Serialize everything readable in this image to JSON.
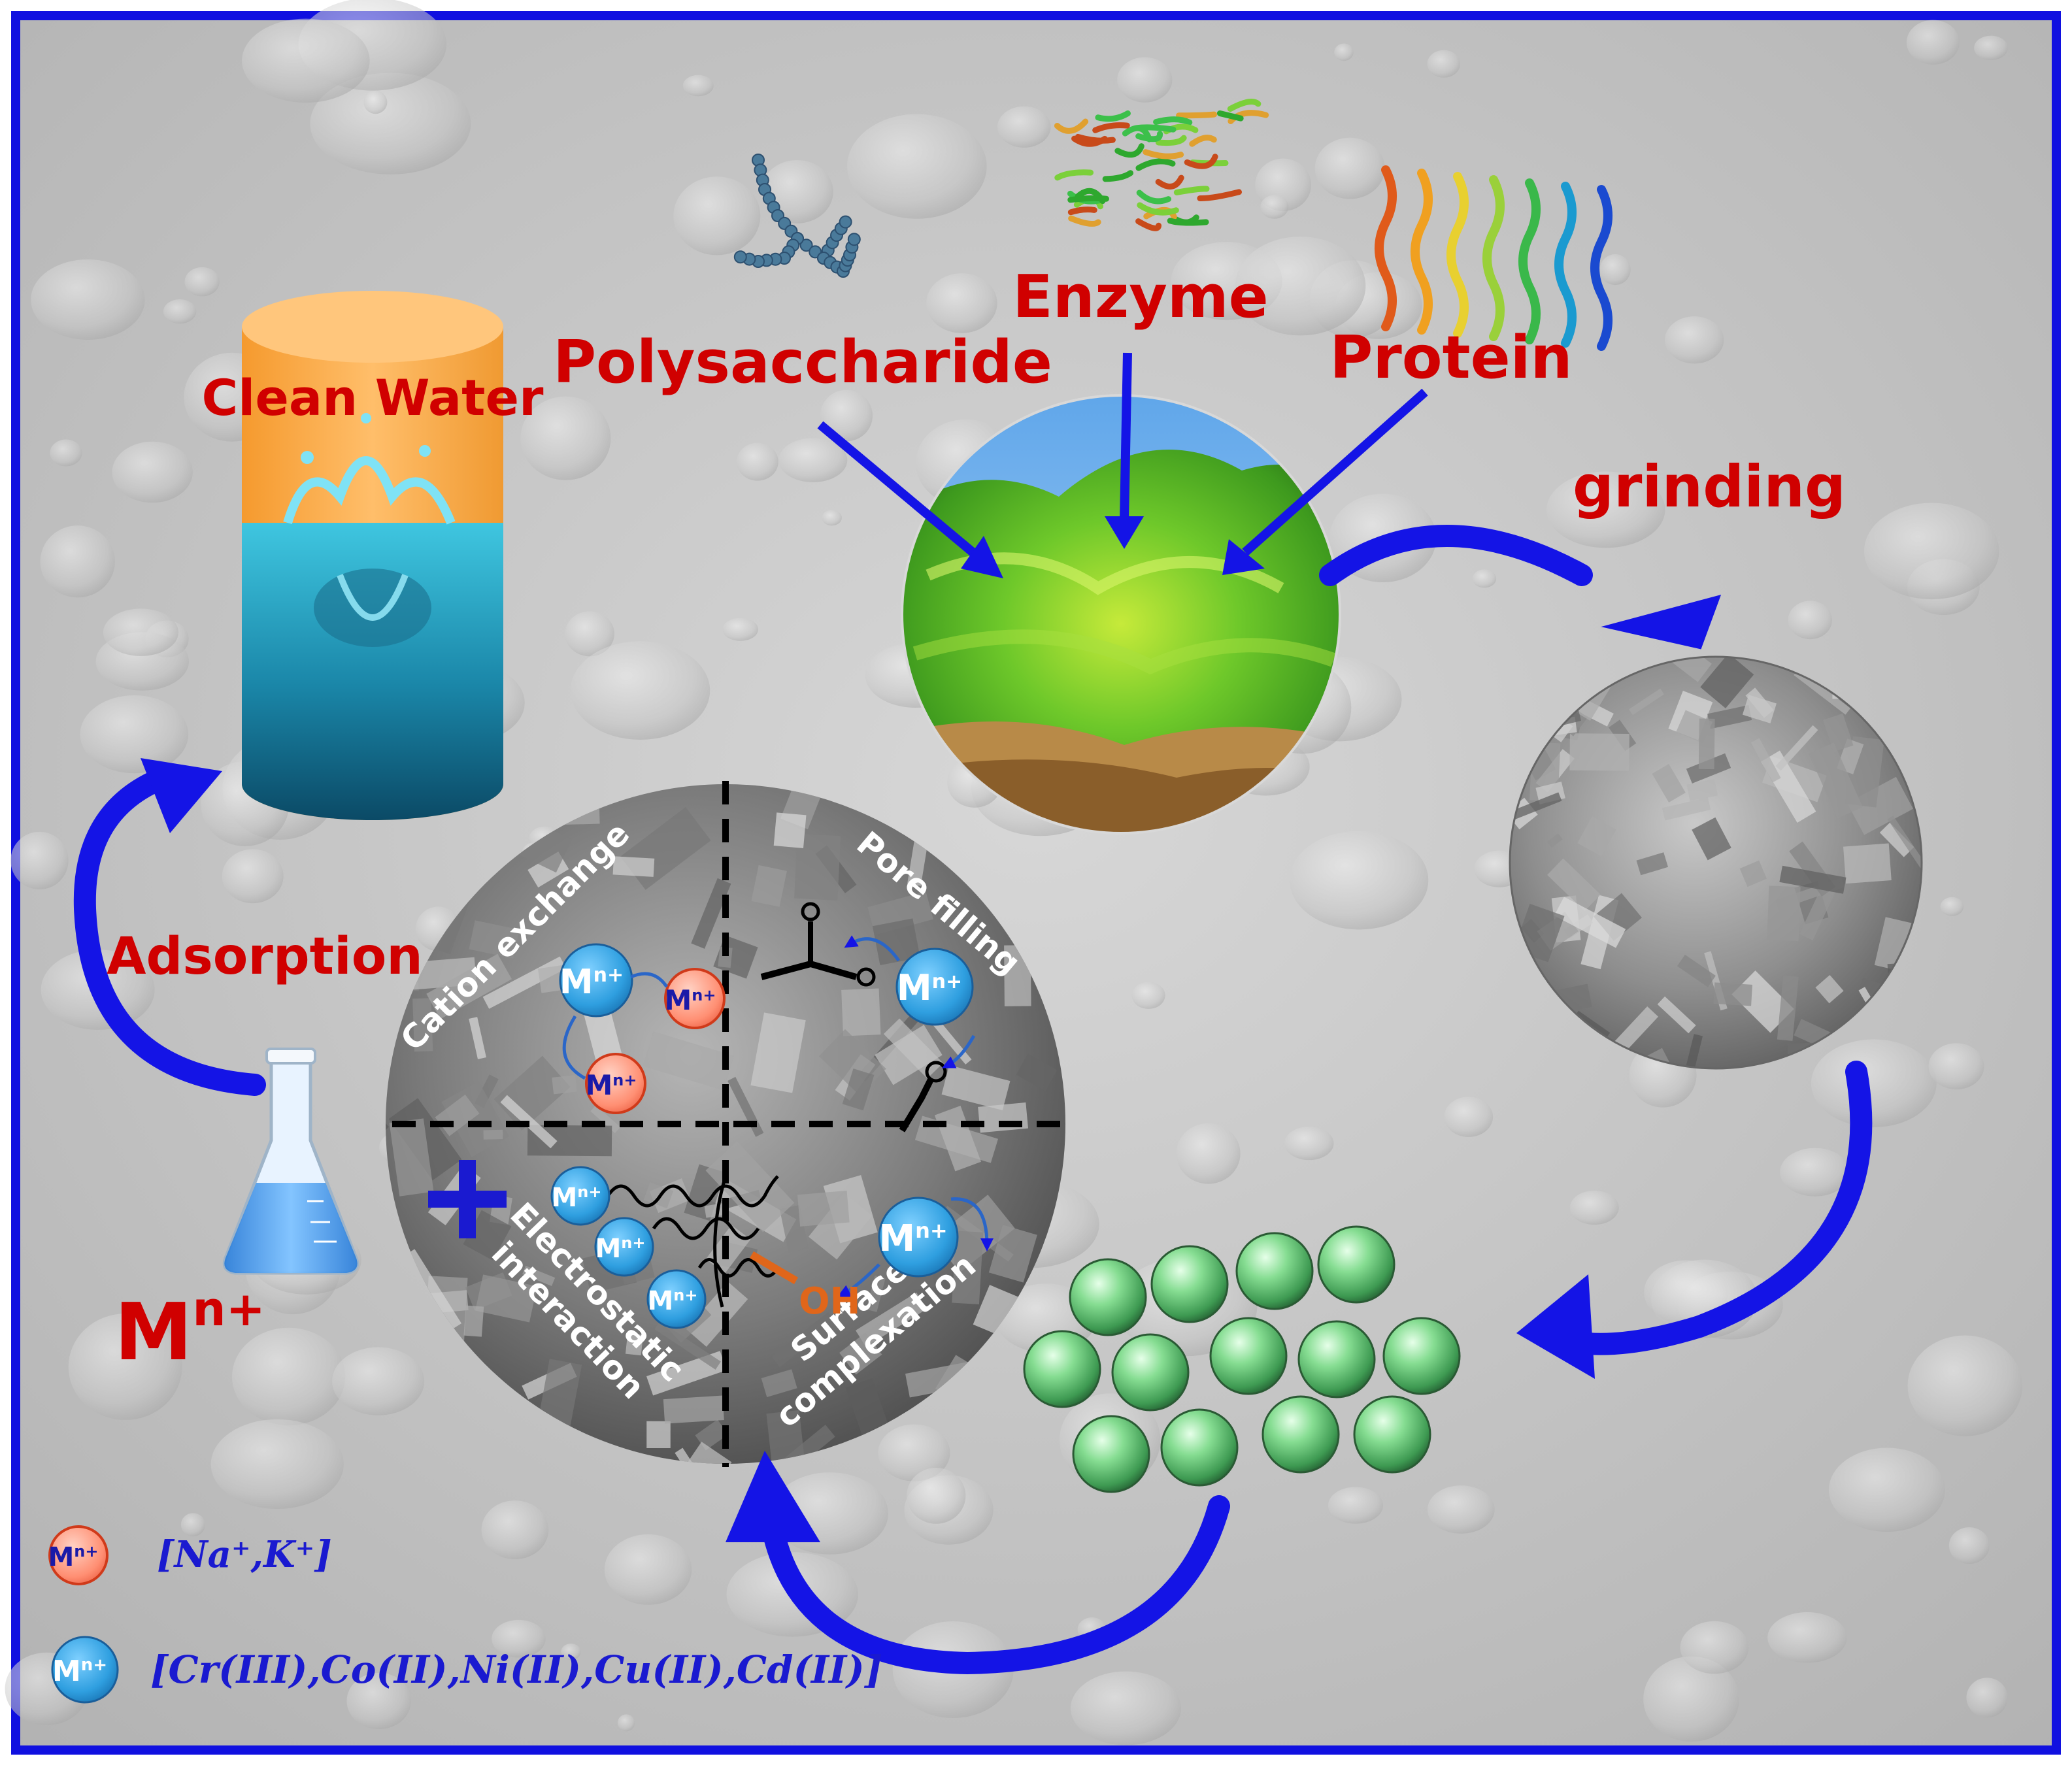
{
  "labels": {
    "polysaccharide": "Polysaccharide",
    "enzyme": "Enzyme",
    "protein": "Protein",
    "clean_water": "Clean Water",
    "grinding": "grinding",
    "adsorption": "Adsorption",
    "metal_ion": "M",
    "metal_ion_charge": "n+"
  },
  "mechanisms": {
    "cation_exchange": "Cation exchange",
    "pore_filling": "Pore filling",
    "electrostatic_line1": "Electrostatic",
    "electrostatic_line2": "interaction",
    "surface_line1": "Surface",
    "surface_line2": "complexation"
  },
  "ion": {
    "symbol": "M",
    "charge": "n+",
    "hydroxyl": "OH"
  },
  "legend": {
    "light_ions": "[Na⁺,K⁺]",
    "heavy_ions": "[Cr(III),Co(II),Ni(II),Cu(II),Cd(II)]"
  },
  "colors": {
    "frame": "#1010e0",
    "arrow": "#1414e6",
    "label_red": "#d00000",
    "heavy_ion": "#2f9fe0",
    "light_ion": "#ff8f73",
    "bead_green": "#7fd98a"
  },
  "icons": {
    "polysaccharide": "branched-molecule-icon",
    "enzyme": "enzyme-ribbon-icon",
    "protein": "protein-ribbon-icon",
    "water": "water-cylinder-icon",
    "flask": "erlenmeyer-flask-icon",
    "seaweed": "green-seaweed-photo",
    "powder": "sem-micrograph",
    "beads": "adsorbent-beads",
    "plus": "plus-icon"
  }
}
